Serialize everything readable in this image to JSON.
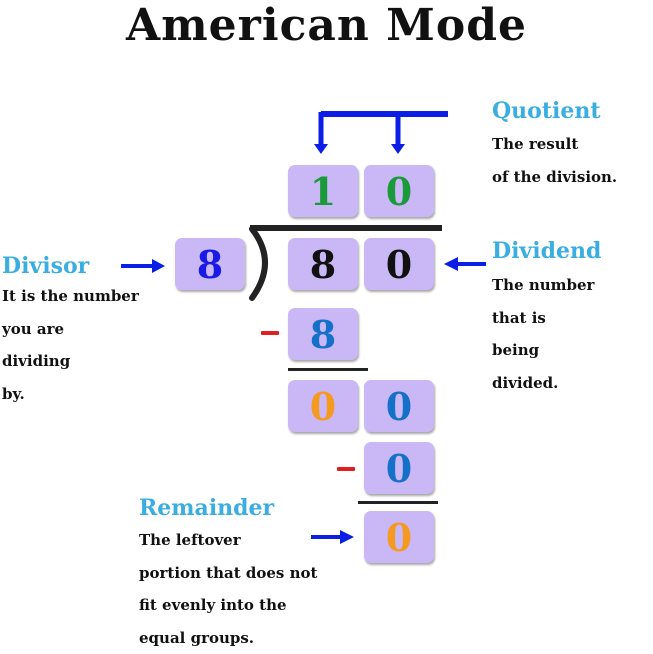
{
  "title": "American Mode",
  "quotient": {
    "heading": "Quotient",
    "lines": [
      "The result",
      "of the division."
    ]
  },
  "divisor": {
    "heading": "Divisor",
    "lines": [
      "It is the number",
      "you are",
      "dividing",
      "by."
    ]
  },
  "dividend": {
    "heading": "Dividend",
    "lines": [
      "The number",
      "that is",
      "being",
      "divided."
    ]
  },
  "remainder": {
    "heading": "Remainder",
    "lines": [
      "The leftover",
      "portion that does not",
      "fit evenly into the",
      "equal groups."
    ]
  },
  "tiles": {
    "quotient_tens": "1",
    "quotient_ones": "0",
    "divisor": "8",
    "dividend_tens": "8",
    "dividend_ones": "0",
    "subtract_1": "8",
    "bring_down_1": "0",
    "bring_down_2": "0",
    "subtract_2": "0",
    "remainder": "0"
  },
  "colors": {
    "heading": "#3aaee0",
    "tile": "#c9b8f5",
    "arrow": "#0a1ee6",
    "minus": "#e02020",
    "green_digit": "#1a9a3a",
    "blue_digit": "#1470c8",
    "dark_blue_digit": "#1a1ae6",
    "black_digit": "#111111",
    "orange_digit": "#f59a20"
  }
}
